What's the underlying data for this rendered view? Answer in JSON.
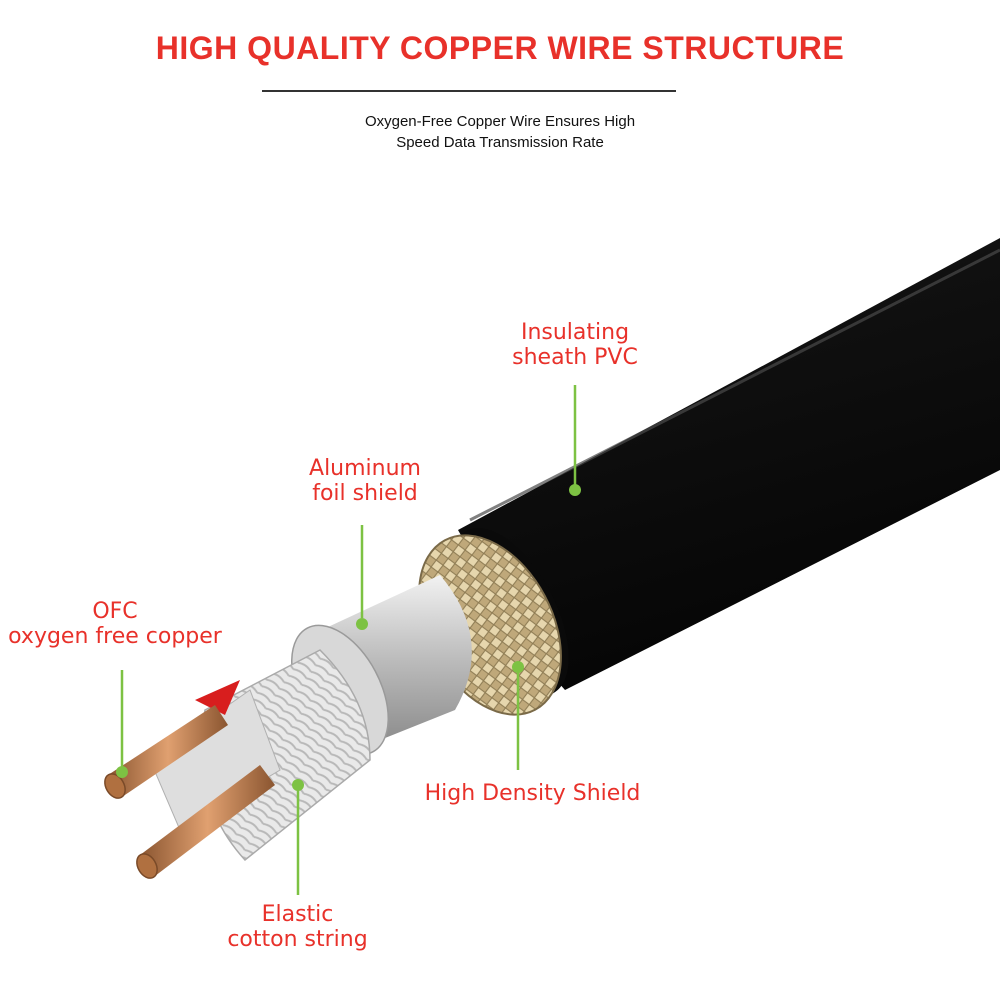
{
  "header": {
    "title": "HIGH QUALITY COPPER WIRE STRUCTURE",
    "subtitle_line1": "Oxygen-Free Copper Wire Ensures High",
    "subtitle_line2": "Speed Data Transmission Rate"
  },
  "labels": {
    "insulating_line1": "Insulating",
    "insulating_line2": "sheath PVC",
    "aluminum_line1": "Aluminum",
    "aluminum_line2": "foil shield",
    "ofc_line1": "OFC",
    "ofc_line2": "oxygen free copper",
    "shield": "High Density Shield",
    "elastic_line1": "Elastic",
    "elastic_line2": "cotton string"
  },
  "colors": {
    "title": "#e8312a",
    "label": "#e8312a",
    "leader": "#7dc243",
    "sheath": "#141414",
    "braid": "#c8b48a",
    "foil": "#c9c9c9",
    "copper": "#c98a55",
    "insulation_red": "#d81e1e"
  }
}
